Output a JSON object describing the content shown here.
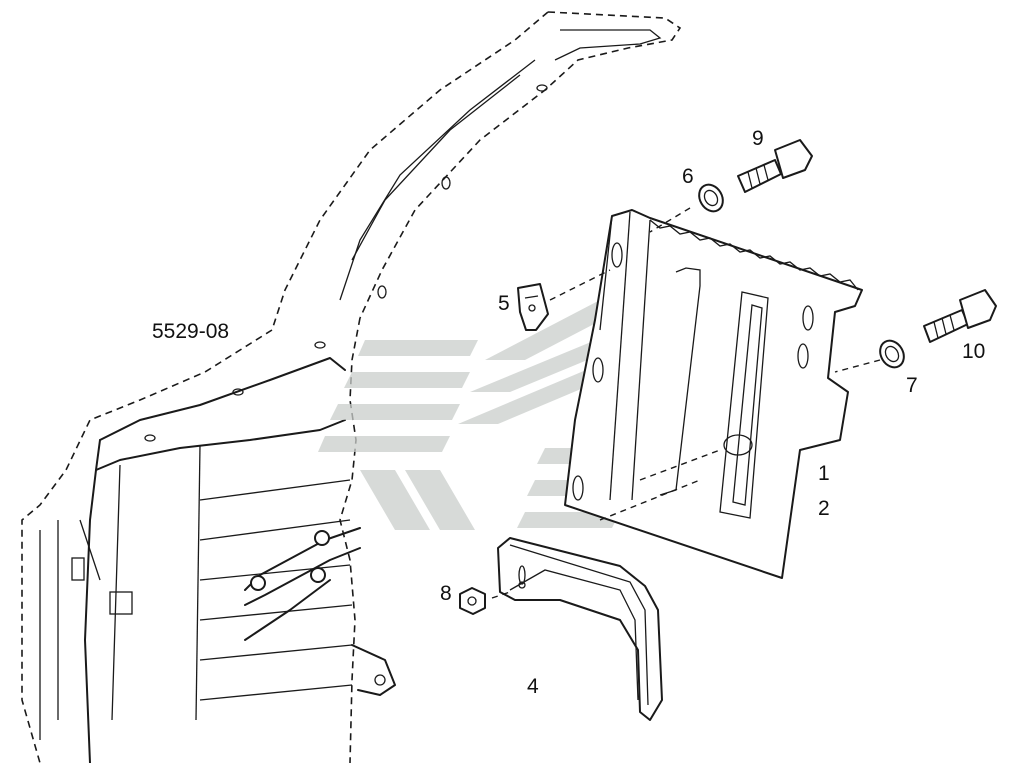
{
  "diagram": {
    "reference_label": "5529-08",
    "callouts": [
      {
        "id": "1",
        "label": "1"
      },
      {
        "id": "2",
        "label": "2"
      },
      {
        "id": "4",
        "label": "4"
      },
      {
        "id": "5",
        "label": "5"
      },
      {
        "id": "6",
        "label": "6"
      },
      {
        "id": "7",
        "label": "7"
      },
      {
        "id": "8",
        "label": "8"
      },
      {
        "id": "9",
        "label": "9"
      },
      {
        "id": "10",
        "label": "10"
      }
    ],
    "colors": {
      "line": "#1a1a1a",
      "background": "#ffffff",
      "watermark": "#c9cdcb"
    },
    "icons": {
      "watermark": "striped-logo-icon"
    }
  }
}
